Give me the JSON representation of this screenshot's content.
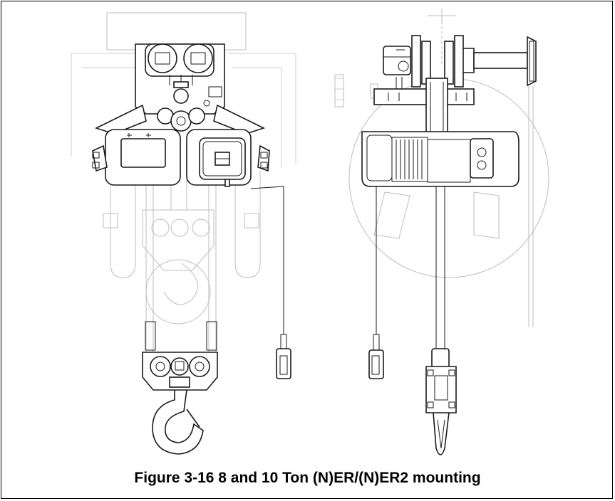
{
  "figure": {
    "caption": "Figure 3-16 8 and 10 Ton (N)ER/(N)ER2 mounting",
    "views": [
      "front-view",
      "side-view"
    ]
  },
  "colors": {
    "line_dark": "#1a1a1a",
    "line_ghost": "#bdbdbd",
    "background": "#ffffff"
  }
}
